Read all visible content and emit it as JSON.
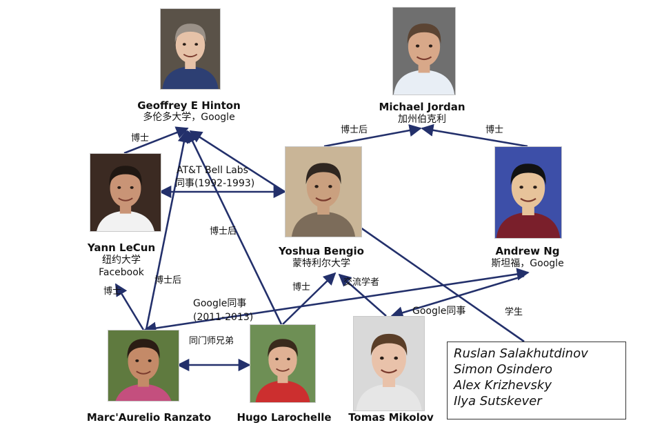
{
  "people": [
    {
      "key": "hinton",
      "name": "Geoffrey E Hinton",
      "affil": [
        "多伦多大学，Google"
      ],
      "skin": "#e6c2a8",
      "hair": "#9a9188",
      "bg": "#5a5248",
      "shirt": "#2d3f73"
    },
    {
      "key": "jordan",
      "name": "Michael Jordan",
      "affil": [
        "加州伯克利"
      ],
      "skin": "#d8a889",
      "hair": "#5b4433",
      "bg": "#6f6f6f",
      "shirt": "#e8eef5"
    },
    {
      "key": "lecun",
      "name": "Yann LeCun",
      "affil": [
        "纽约大学",
        "Facebook"
      ],
      "skin": "#c99476",
      "hair": "#1f1712",
      "bg": "#3b2a22",
      "shirt": "#f2f2f2"
    },
    {
      "key": "bengio",
      "name": "Yoshua Bengio",
      "affil": [
        "蒙特利尔大学"
      ],
      "skin": "#caa07f",
      "hair": "#2f2620",
      "bg": "#c9b597",
      "shirt": "#7c6c5a"
    },
    {
      "key": "ng",
      "name": "Andrew Ng",
      "affil": [
        "斯坦福，Google"
      ],
      "skin": "#e7c39a",
      "hair": "#121212",
      "bg": "#3d4fa8",
      "shirt": "#7a1f2b"
    },
    {
      "key": "ranzato",
      "name": "Marc'Aurelio Ranzato",
      "affil": [],
      "skin": "#c48a68",
      "hair": "#2a1c14",
      "bg": "#5f7a3f",
      "shirt": "#c44f7e"
    },
    {
      "key": "larochelle",
      "name": "Hugo Larochelle",
      "affil": [],
      "skin": "#e0b194",
      "hair": "#3a2a1c",
      "bg": "#6e8f55",
      "shirt": "#cc2f2f"
    },
    {
      "key": "mikolov",
      "name": "Tomas Mikolov",
      "affil": [],
      "skin": "#e9c2aa",
      "hair": "#5a3e28",
      "bg": "#d9d9d9",
      "shirt": "#e6e6e6"
    }
  ],
  "edge_labels": {
    "hinton_lecun": "博士",
    "bengio_jordan": "博士后",
    "ng_jordan": "博士",
    "bell_labs": [
      "AT&T Bell Labs",
      "同事(1992-1993)"
    ],
    "larochelle_hinton": "博士后",
    "ranzato_lecun": "博士",
    "ranzato_hinton": "博士后",
    "google_ranzato_ng": [
      "Google同事",
      "(2011-2013)"
    ],
    "larochelle_bengio": "博士",
    "mikolov_bengio": "交流学者",
    "google_mikolov_ng": "Google同事",
    "students": "学生",
    "siblings": "同门师兄弟"
  },
  "students": [
    "Ruslan Salakhutdinov",
    "Simon Osindero",
    "Alex Krizhevsky",
    "Ilya Sutskever"
  ],
  "colors": {
    "edge": "#23306b"
  }
}
